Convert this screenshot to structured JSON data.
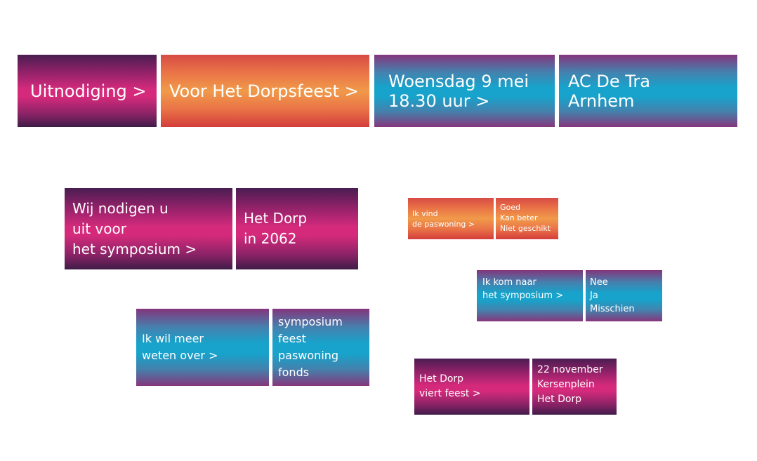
{
  "row1": {
    "uitnodiging": "Uitnodiging >",
    "dorpsfeest": "Voor Het Dorpsfeest >",
    "datum_line1": "Woensdag 9 mei",
    "datum_line2": "18.30 uur >",
    "locatie_line1": "AC De Tra",
    "locatie_line2": "Arnhem"
  },
  "symposium_invite": {
    "line1": "Wij nodigen u",
    "line2": "uit voor",
    "line3": "het symposium >",
    "title_line1": "Het Dorp",
    "title_line2": "in 2062"
  },
  "paswoning": {
    "prompt_line1": "Ik vind",
    "prompt_line2": "de paswoning >",
    "options": [
      "Goed",
      "Kan beter",
      "Niet geschikt"
    ]
  },
  "kom_naar": {
    "prompt_line1": "Ik kom naar",
    "prompt_line2": "het symposium >",
    "options": [
      "Nee",
      "Ja",
      "Misschien"
    ]
  },
  "meer_weten": {
    "prompt_line1": "Ik wil meer",
    "prompt_line2": "weten over >",
    "options": [
      "symposium",
      "feest",
      "paswoning",
      "fonds"
    ]
  },
  "viert_feest": {
    "prompt_line1": "Het Dorp",
    "prompt_line2": "viert feest >",
    "details": [
      "22 november",
      "Kersenplein",
      "Het Dorp"
    ]
  },
  "colors": {
    "magenta": "#d52a7c",
    "orange": "#f09a4a",
    "blue": "#17a3cb",
    "purple": "#4a1d52"
  }
}
